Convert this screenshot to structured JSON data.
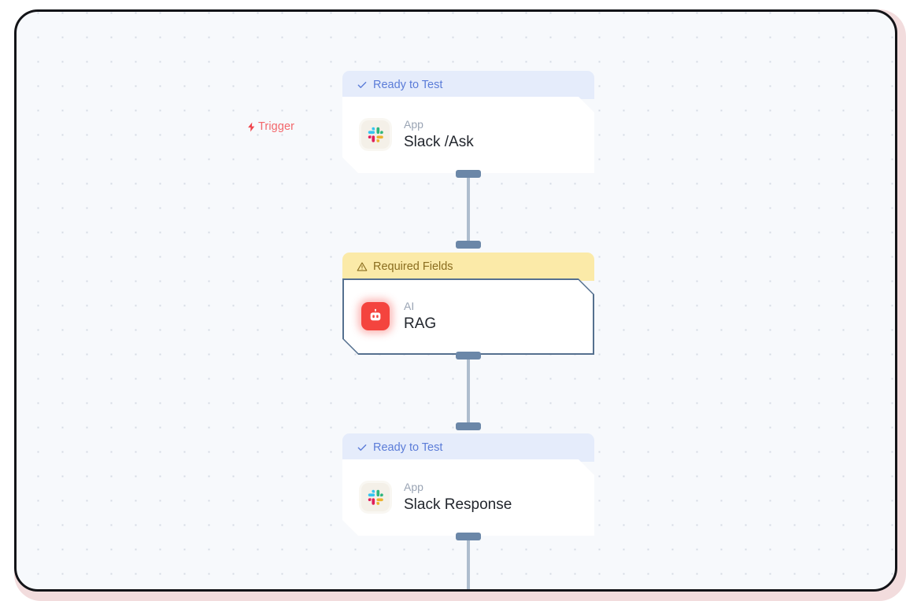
{
  "canvas": {
    "trigger": {
      "label": "Trigger",
      "icon": "bolt-icon",
      "color": "#f2676b"
    },
    "accents": {
      "ready_bg": "#e5ecfb",
      "ready_text": "#5b7cd8",
      "warn_bg": "#fbeaa8",
      "warn_text": "#8a6d1f",
      "connector": "#6b87a8",
      "canvas_bg": "#f7f9fc",
      "frame_border": "#131418",
      "pink_band": "#f2dcdd"
    },
    "nodes": [
      {
        "status": "Ready to Test",
        "status_type": "ready",
        "status_icon": "check-icon",
        "kind": "App",
        "title": "Slack /Ask",
        "icon": "slack-icon",
        "selected": false
      },
      {
        "status": "Required Fields",
        "status_type": "warn",
        "status_icon": "warning-triangle-icon",
        "kind": "AI",
        "title": "RAG",
        "icon": "robot-icon",
        "selected": true
      },
      {
        "status": "Ready to Test",
        "status_type": "ready",
        "status_icon": "check-icon",
        "kind": "App",
        "title": "Slack Response",
        "icon": "slack-icon",
        "selected": false
      }
    ]
  }
}
